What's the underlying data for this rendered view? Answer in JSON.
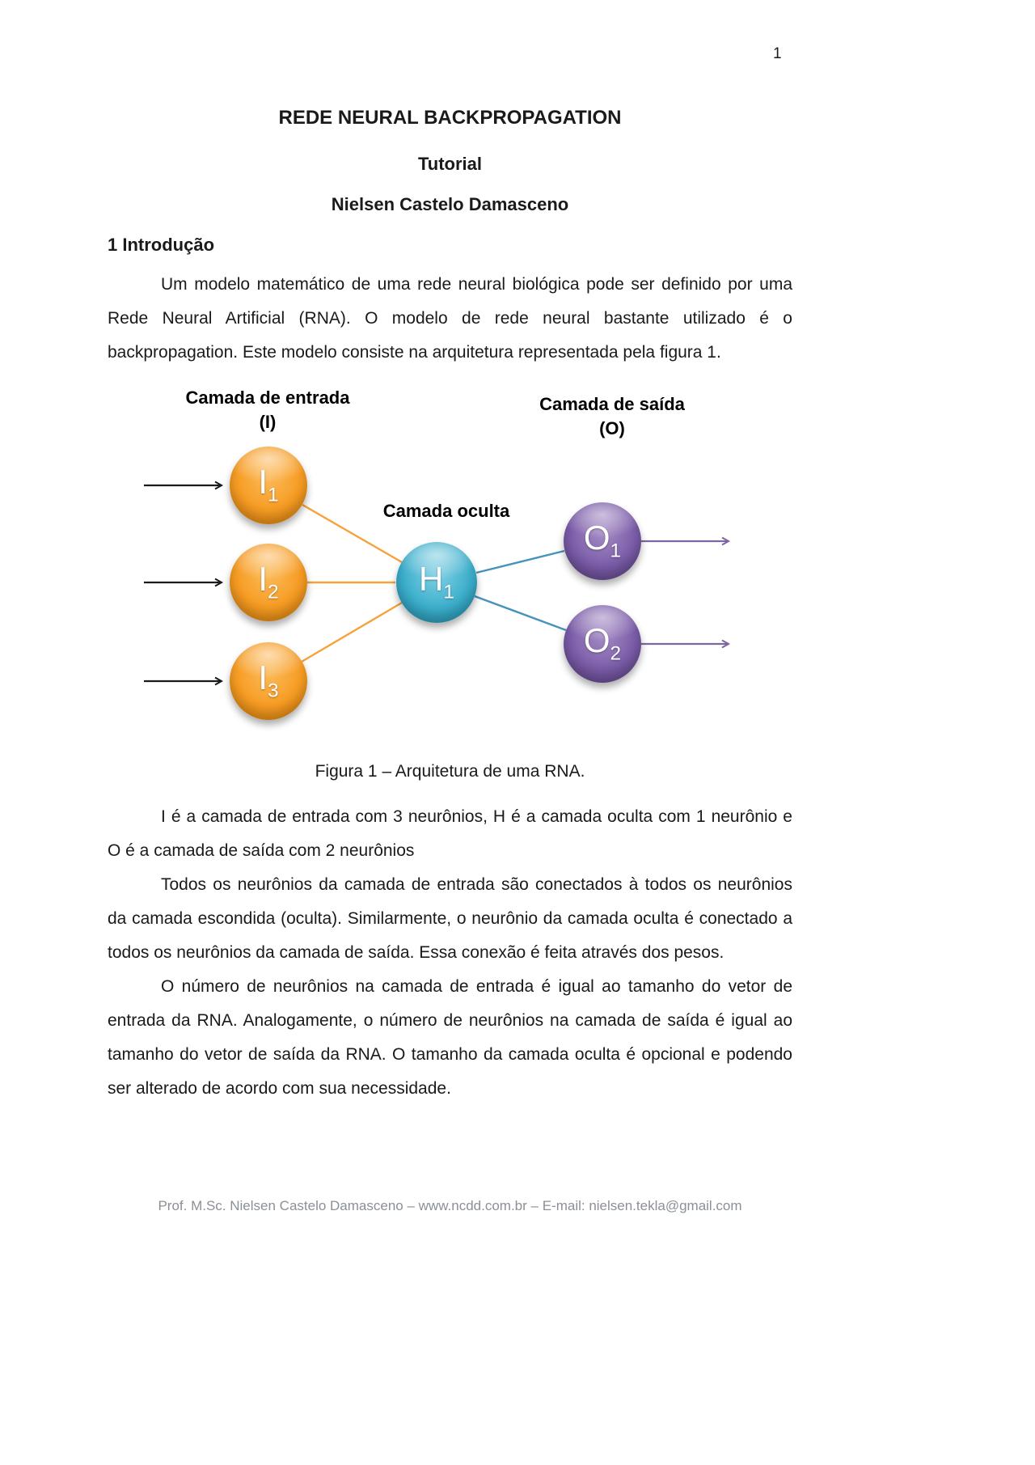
{
  "doc": {
    "page_number": "1",
    "title": "REDE NEURAL BACKPROPAGATION",
    "subtitle": "Tutorial",
    "author": "Nielsen Castelo Damasceno",
    "section_heading": "1 Introdução",
    "intro": "Um modelo matemático de uma rede neural biológica pode ser definido por uma Rede Neural Artificial (RNA). O modelo de rede neural bastante utilizado é o backpropagation. Este modelo consiste na arquitetura representada pela figura 1.",
    "figure_caption": "Figura 1 – Arquitetura de uma RNA.",
    "para_neurons": "I é a camada de entrada com 3 neurônios, H é a camada oculta com 1 neurônio e O é a camada de saída com 2 neurônios",
    "para_connections": "Todos os neurônios da camada de entrada são conectados à todos os neurônios da camada escondida (oculta). Similarmente, o neurônio da camada oculta é conectado a todos os neurônios da camada de saída. Essa conexão é feita através dos pesos.",
    "para_sizes": "O número de neurônios na camada de entrada é igual ao tamanho do vetor de entrada da RNA. Analogamente, o número de neurônios na camada de saída é igual ao tamanho do vetor de saída da RNA. O tamanho da camada oculta é opcional e podendo ser alterado de acordo com sua necessidade.",
    "footer": "Prof. M.Sc. Nielsen Castelo Damasceno – www.ncdd.com.br – E-mail: nielsen.tekla@gmail.com"
  },
  "diagram": {
    "labels": {
      "input_layer": "Camada de entrada",
      "input_layer_symbol": "(I)",
      "hidden_layer": "Camada oculta",
      "output_layer": "Camada de saída",
      "output_layer_symbol": "(O)"
    },
    "nodes": [
      {
        "base": "I",
        "sub": "1",
        "layer": "input"
      },
      {
        "base": "I",
        "sub": "2",
        "layer": "input"
      },
      {
        "base": "I",
        "sub": "3",
        "layer": "input"
      },
      {
        "base": "H",
        "sub": "1",
        "layer": "hidden"
      },
      {
        "base": "O",
        "sub": "1",
        "layer": "output"
      },
      {
        "base": "O",
        "sub": "2",
        "layer": "output"
      }
    ],
    "colors": {
      "input_node": "#F79C23",
      "hidden_node": "#3BAECB",
      "output_node": "#7A5CA8",
      "input_arrow": "#1A1A1A",
      "input_hidden_link": "#F7A23B",
      "hidden_output_link": "#4593BC",
      "output_arrow": "#8064A2"
    }
  }
}
